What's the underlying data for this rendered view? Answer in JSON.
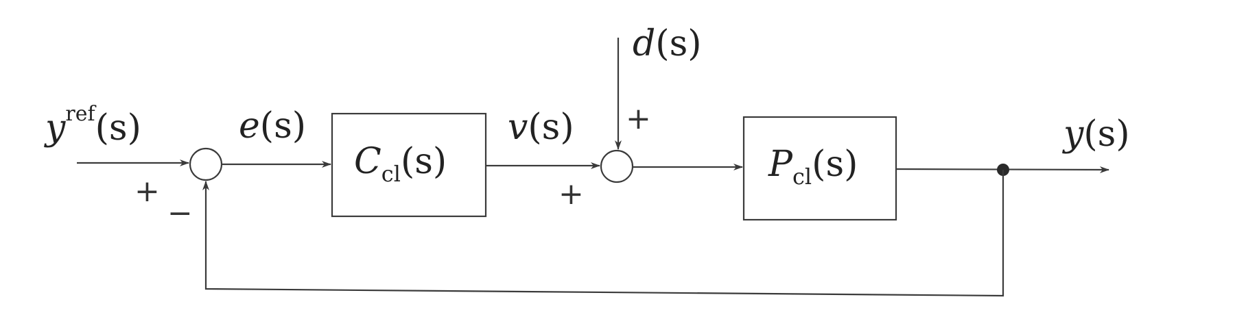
{
  "signals": {
    "reference": {
      "symbol": "y",
      "superscript": "ref",
      "arg": "(s)"
    },
    "error": {
      "symbol": "e",
      "arg": "(s)"
    },
    "control": {
      "symbol": "v",
      "arg": "(s)"
    },
    "disturbance": {
      "symbol": "d",
      "arg": "(s)"
    },
    "output": {
      "symbol": "y",
      "arg": "(s)"
    }
  },
  "blocks": {
    "controller": {
      "symbol": "C",
      "subscript": "cl",
      "arg": "(s)"
    },
    "plant": {
      "symbol": "P",
      "subscript": "cl",
      "arg": "(s)"
    }
  },
  "signs": {
    "sum1_reference": "+",
    "sum1_feedback": "−",
    "sum2_control": "+",
    "sum2_disturbance": "+"
  }
}
